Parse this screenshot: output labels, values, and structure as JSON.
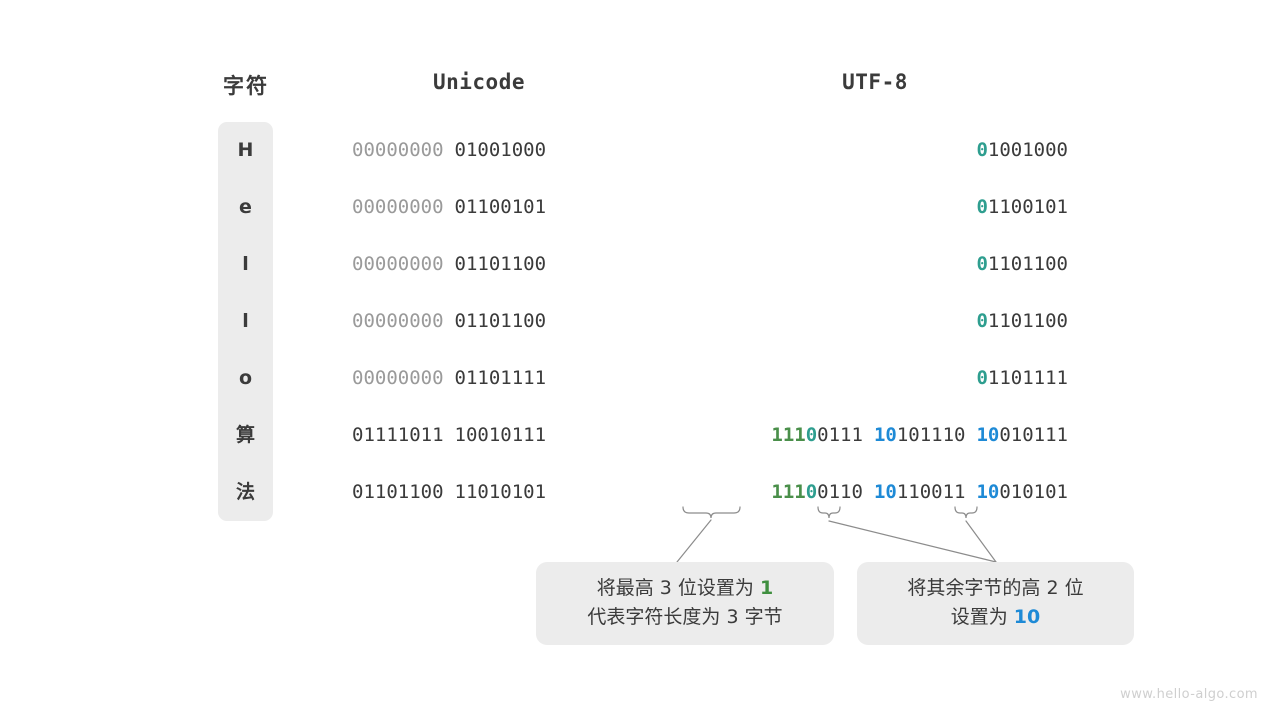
{
  "headers": {
    "char": "字符",
    "unicode": "Unicode",
    "utf8": "UTF-8"
  },
  "rows": [
    {
      "char": "H",
      "unicode_high": "00000000",
      "unicode_low": "01001000",
      "utf8_bytes": [
        {
          "prefix": "0",
          "prefix_color": "teal",
          "body": "1001000"
        }
      ]
    },
    {
      "char": "e",
      "unicode_high": "00000000",
      "unicode_low": "01100101",
      "utf8_bytes": [
        {
          "prefix": "0",
          "prefix_color": "teal",
          "body": "1100101"
        }
      ]
    },
    {
      "char": "l",
      "unicode_high": "00000000",
      "unicode_low": "01101100",
      "utf8_bytes": [
        {
          "prefix": "0",
          "prefix_color": "teal",
          "body": "1101100"
        }
      ]
    },
    {
      "char": "l",
      "unicode_high": "00000000",
      "unicode_low": "01101100",
      "utf8_bytes": [
        {
          "prefix": "0",
          "prefix_color": "teal",
          "body": "1101100"
        }
      ]
    },
    {
      "char": "o",
      "unicode_high": "00000000",
      "unicode_low": "01101111",
      "utf8_bytes": [
        {
          "prefix": "0",
          "prefix_color": "teal",
          "body": "1101111"
        }
      ]
    },
    {
      "char": "算",
      "unicode_high": "01111011",
      "unicode_low": "10010111",
      "utf8_bytes": [
        {
          "prefix": "111",
          "prefix_color": "green",
          "prefix2": "0",
          "prefix2_color": "teal",
          "body": "0111"
        },
        {
          "prefix": "10",
          "prefix_color": "blue",
          "body": "101110"
        },
        {
          "prefix": "10",
          "prefix_color": "blue",
          "body": "010111"
        }
      ]
    },
    {
      "char": "法",
      "unicode_high": "01101100",
      "unicode_low": "11010101",
      "utf8_bytes": [
        {
          "prefix": "111",
          "prefix_color": "green",
          "prefix2": "0",
          "prefix2_color": "teal",
          "body": "0110"
        },
        {
          "prefix": "10",
          "prefix_color": "blue",
          "body": "110011"
        },
        {
          "prefix": "10",
          "prefix_color": "blue",
          "body": "010101"
        }
      ]
    }
  ],
  "callouts": {
    "left": {
      "line1_a": "将最高 3 位设置为 ",
      "line1_em": "1",
      "line2": "代表字符长度为 3 字节"
    },
    "right": {
      "line1": "将其余字节的高 2 位",
      "line2_a": "设置为 ",
      "line2_em": "10"
    }
  },
  "watermark": "www.hello-algo.com",
  "colors": {
    "teal": "#2e9e8f",
    "green": "#4a8f4a",
    "blue": "#1e8ad6",
    "dark": "#3b3b3b",
    "dim": "#9a9a9a",
    "pill_bg": "#ececec"
  }
}
